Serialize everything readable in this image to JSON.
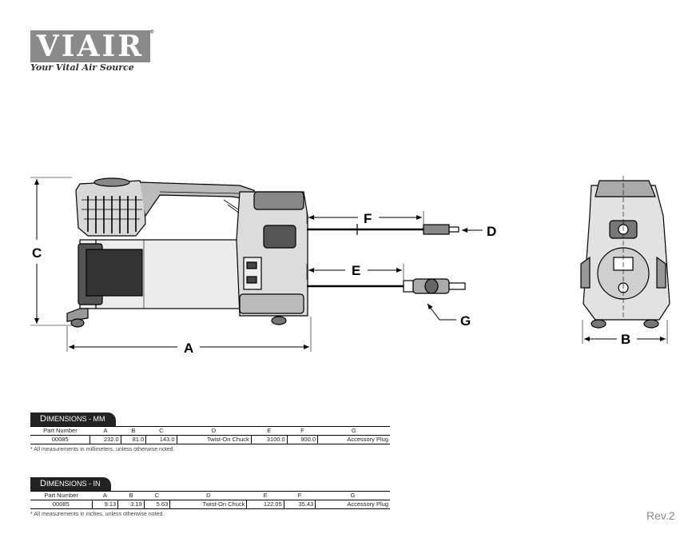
{
  "brand": {
    "logo_text": "VIAIR",
    "registered_mark": "®",
    "tagline": "Your Vital Air Source"
  },
  "diagram": {
    "labels": {
      "A": "A",
      "B": "B",
      "C": "C",
      "D": "D",
      "E": "E",
      "F": "F",
      "G": "G"
    }
  },
  "tables": [
    {
      "title_cap": "D",
      "title_rest": "IMENSIONS - MM",
      "headers": [
        "Part Number",
        "A",
        "B",
        "C",
        "D",
        "E",
        "F",
        "G"
      ],
      "row": [
        "00085",
        "232.0",
        "81.0",
        "143.0",
        "Twist-On Chuck",
        "3100.0",
        "900.0",
        "Accessory Plug"
      ],
      "note": "* All measurements in millimeters, unless otherwise noted."
    },
    {
      "title_cap": "D",
      "title_rest": "IMENSIONS - IN",
      "headers": [
        "Part Number",
        "A",
        "B",
        "C",
        "D",
        "E",
        "F",
        "G"
      ],
      "row": [
        "00085",
        "9.13",
        "3.19",
        "5.63",
        "Twist-On Chuck",
        "122.05",
        "35.43",
        "Accessory Plug"
      ],
      "note": "* All measurements in inches, unless otherwise noted."
    }
  ],
  "revision": "Rev.2"
}
